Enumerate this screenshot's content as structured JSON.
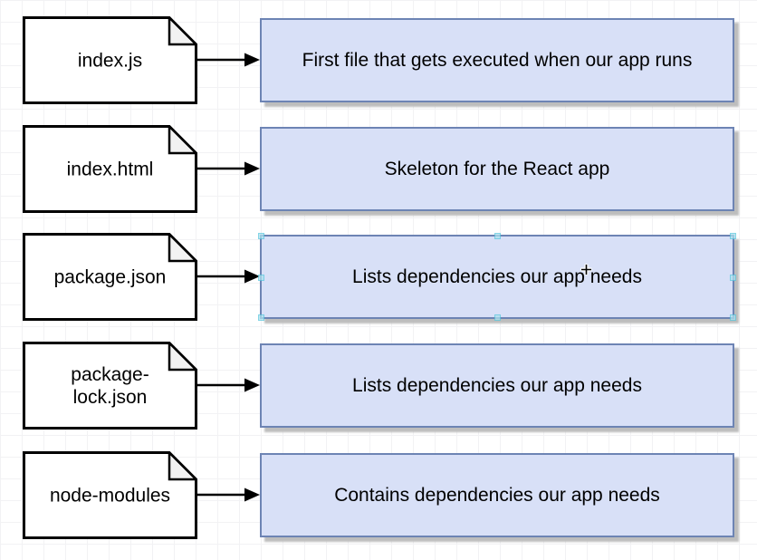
{
  "diagram": {
    "description": "Create-react-app files explained: file shapes point to description boxes"
  },
  "colors": {
    "accent_fill": "#d8e0f7",
    "accent_stroke": "#6d84b4",
    "shadow": "#bdbdbd",
    "grid": "#f2f2f4",
    "doc_fill": "#ffffff",
    "doc_stroke": "#000000",
    "fold_fill": "#f2f2f2",
    "arrow": "#000000",
    "handle": "#aee1ee",
    "handle_border": "#5bc8de"
  },
  "rows": [
    {
      "file": "index.js",
      "description": "First file that gets executed when our app runs"
    },
    {
      "file": "index.html",
      "description": "Skeleton for the React app"
    },
    {
      "file": "package.json",
      "description": "Lists dependencies our app needs"
    },
    {
      "file": "package-lock.json",
      "description": "Lists dependencies our app needs"
    },
    {
      "file": "node-modules",
      "description": "Contains dependencies our app needs"
    }
  ],
  "cursor": {
    "type": "crosshair-plus"
  }
}
